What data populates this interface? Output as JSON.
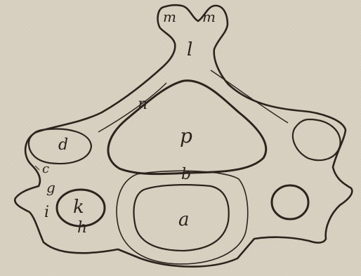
{
  "figure": {
    "paper_color": "#d8d1c1",
    "ink_color": "#2a241d",
    "labels": {
      "m_left": "m",
      "m_right": "m",
      "l": "l",
      "n": "n",
      "p": "p",
      "d": "d",
      "b": "b",
      "c": "c",
      "g": "g",
      "k": "k",
      "i": "i",
      "h": "h",
      "a": "a"
    }
  }
}
